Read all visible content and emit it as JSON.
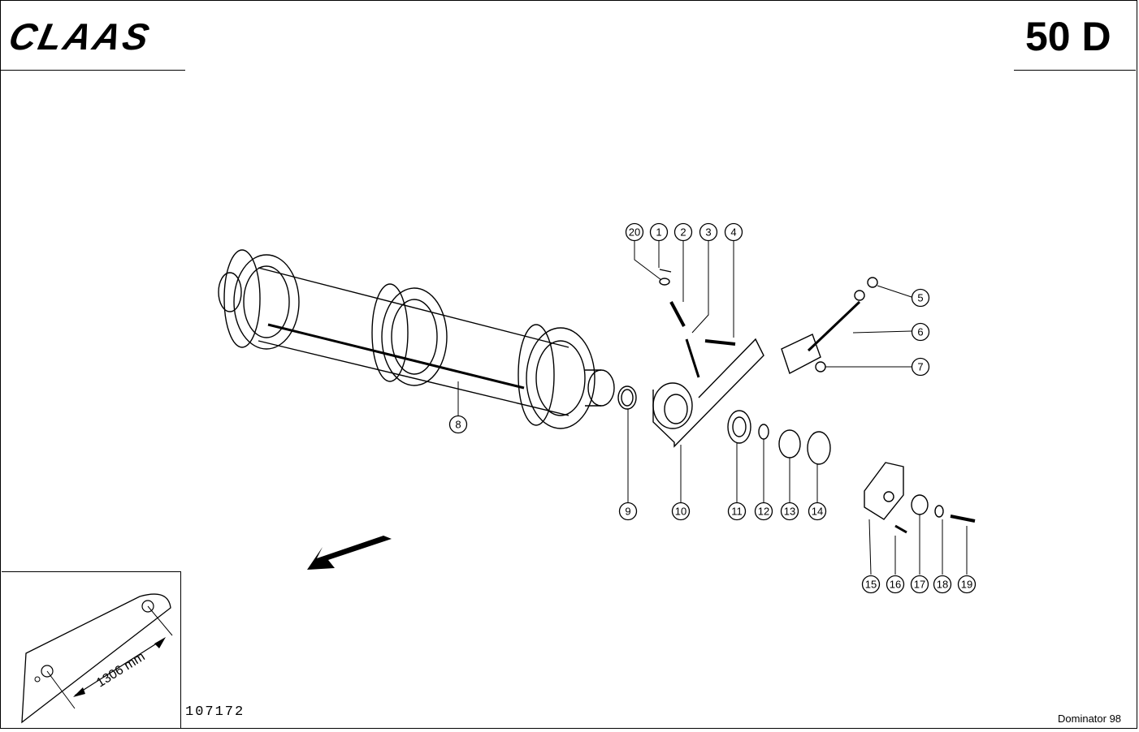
{
  "header": {
    "brand": "CLAAS",
    "page_code": "50 D"
  },
  "footer": {
    "drawing_number": "107172",
    "model": "Dominator 98"
  },
  "inset": {
    "dimension_label": "1306 mm"
  },
  "callouts": [
    "1",
    "2",
    "3",
    "4",
    "5",
    "6",
    "7",
    "8",
    "9",
    "10",
    "11",
    "12",
    "13",
    "14",
    "15",
    "16",
    "17",
    "18",
    "19",
    "20"
  ]
}
